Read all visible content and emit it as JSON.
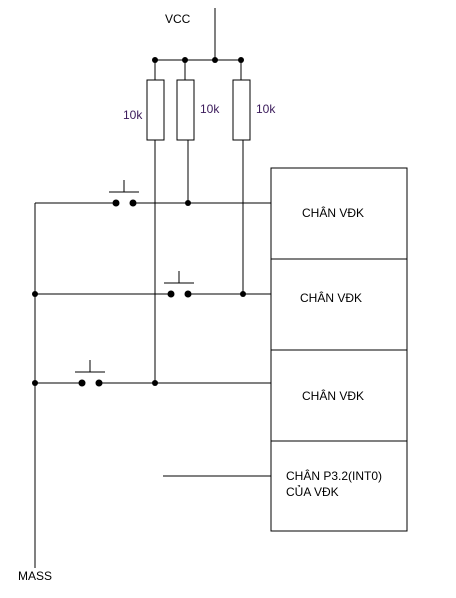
{
  "labels": {
    "vcc": "VCC",
    "mass": "MASS",
    "r1": "10k",
    "r2": "10k",
    "r3": "10k",
    "pin1": "CHÂN VĐK",
    "pin2": "CHÂN VĐK",
    "pin3": "CHÂN VĐK",
    "pin4_line1": "CHÂN P3.2(INT0)",
    "pin4_line2": "CỦA VĐK"
  },
  "colors": {
    "wire": "#000000",
    "resistor_label": "#3a1a5a",
    "background": "#ffffff"
  }
}
